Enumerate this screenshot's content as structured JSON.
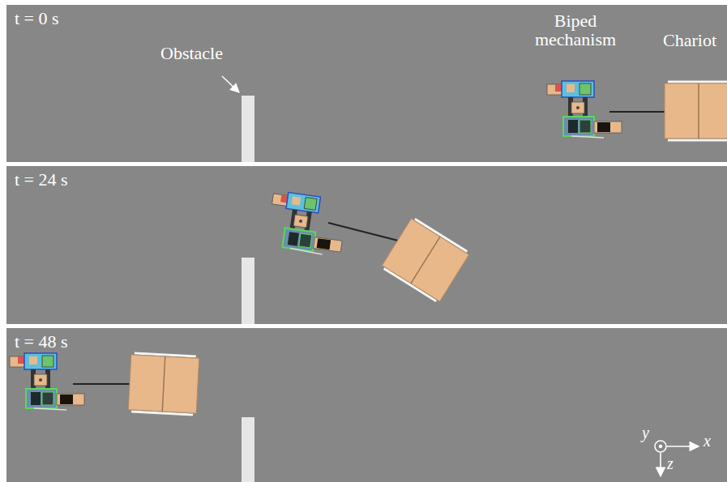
{
  "diagram": {
    "nodes": [
      {
        "text": [
          "t = 0 s"
        ]
      },
      {
        "text": [
          "t = 24 s"
        ]
      },
      {
        "text": [
          "t = 48 s"
        ]
      }
    ],
    "labels": [
      "Obstacle",
      "Biped mechanism",
      "Chariot",
      "y",
      "x",
      "z"
    ]
  }
}
